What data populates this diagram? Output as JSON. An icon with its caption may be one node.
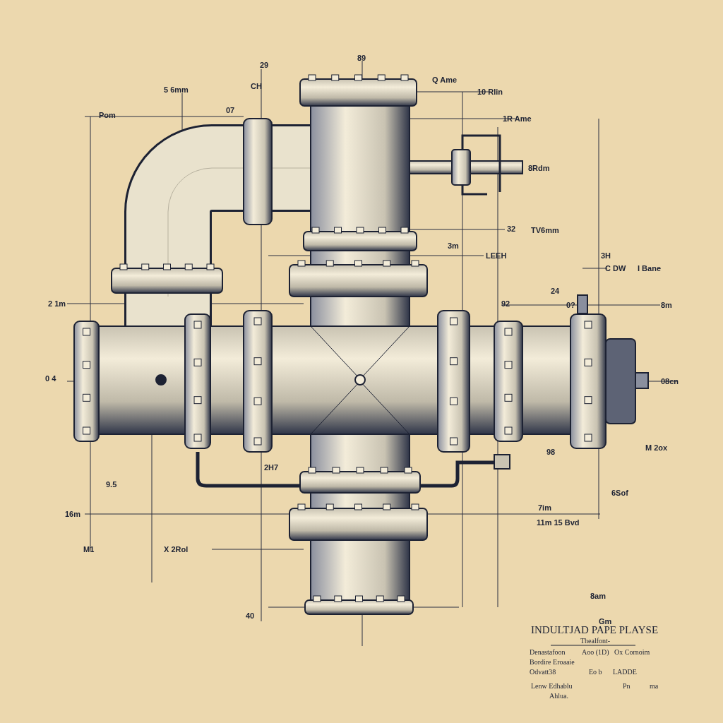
{
  "diagram": {
    "title": "INDULTJAD PAPE PLAYSE",
    "labels": [
      "89",
      "29",
      "5 6mm",
      "CH",
      "Q Ame",
      "10 Rlin",
      "Pom",
      "07",
      "1R Ame",
      "8Rdm",
      "32",
      "TV6mm",
      "3m",
      "LEEH",
      "3H",
      "C DW",
      "I Bane",
      "2 1m",
      "24",
      "92",
      "0?",
      "8m",
      "0 4",
      "08cn",
      "2H7",
      "9.5",
      "M 2ox",
      "98",
      "6Sof",
      "16m",
      "7im",
      "11m 15 Bvd",
      "M1",
      "X 2Rol",
      "40",
      "8am",
      "Gm",
      "Thealfont-",
      "Denastafoon",
      "Aoo (1D)",
      "Ox Cornoim",
      "Bordire Eroaaie",
      "Odvatt38",
      "Eo b",
      "LADDE",
      "Lenw Edhablu",
      "Ahlua.",
      "Pn",
      "ma"
    ]
  }
}
